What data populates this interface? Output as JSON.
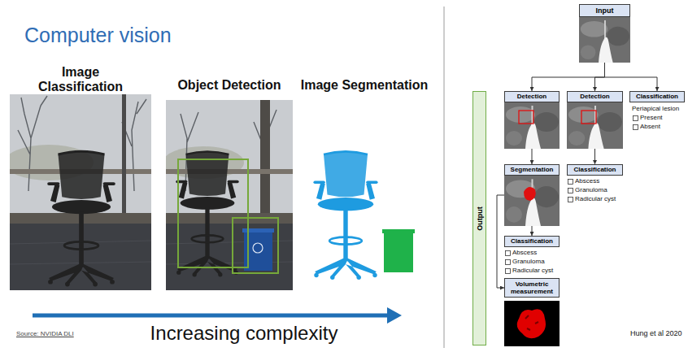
{
  "diagram": {
    "title": "Computer vision",
    "nodes": [
      {
        "text": [
          "Input"
        ]
      },
      {
        "text": [
          "Detection"
        ]
      },
      {
        "text": [
          "Detection"
        ]
      },
      {
        "text": [
          "Classification"
        ]
      },
      {
        "text": [
          "Segmentation"
        ]
      },
      {
        "text": [
          "Classification"
        ]
      },
      {
        "text": [
          "Classification"
        ]
      },
      {
        "text": [
          "Volumetric measurement"
        ]
      },
      {
        "text": [
          "Output"
        ]
      }
    ],
    "edges": [
      {
        "from": 0,
        "to": 1,
        "arrow": "to"
      },
      {
        "from": 0,
        "to": 2,
        "arrow": "to"
      },
      {
        "from": 0,
        "to": 3,
        "arrow": "to"
      },
      {
        "from": 1,
        "to": 4,
        "arrow": "to"
      },
      {
        "from": 2,
        "to": 5,
        "arrow": "to"
      },
      {
        "from": 4,
        "to": 6,
        "arrow": "to"
      },
      {
        "from": 4,
        "to": 7,
        "arrow": "to"
      }
    ],
    "labels": [
      "Image Classification",
      "Object Detection",
      "Image Segmentation",
      "Increasing complexity",
      "Source: NVIDIA DLI",
      "Periapical lesion",
      "Present",
      "Absent",
      "Abscess",
      "Granuloma",
      "Radicular cyst",
      "Abscess",
      "Granuloma",
      "Radicular cyst",
      "Hung et al 2020"
    ]
  }
}
